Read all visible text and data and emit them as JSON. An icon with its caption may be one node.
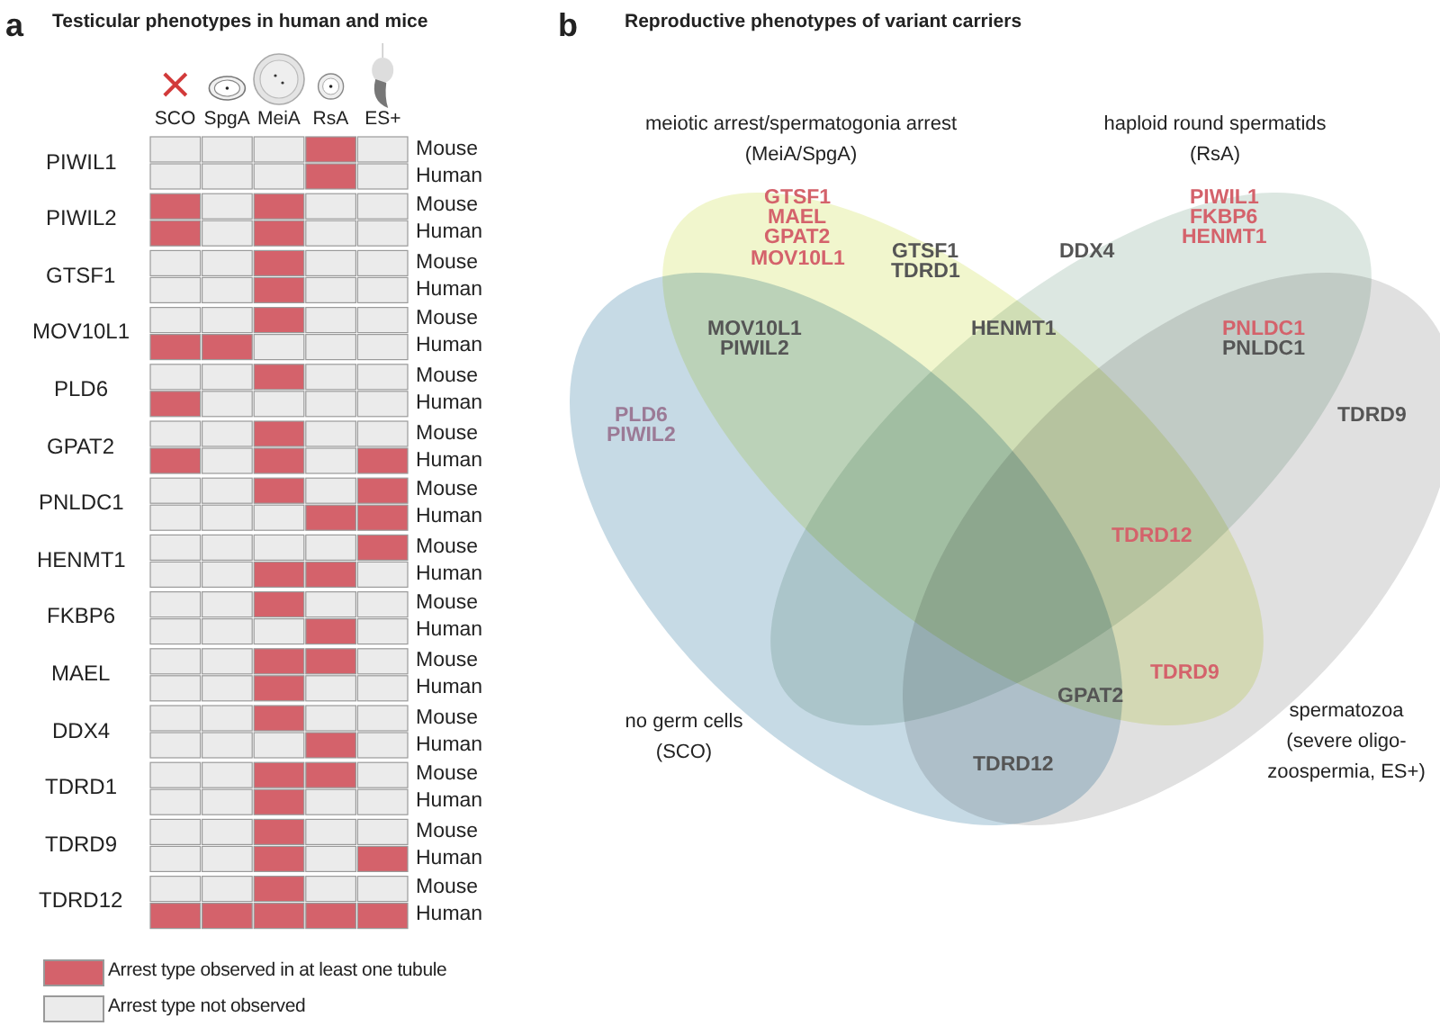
{
  "diagram": {
    "nodes": [
      {
        "text": [
          "meiotic arrest/spermatogonia arrest (MeiA/SpgA)"
        ]
      },
      {
        "text": [
          "haploid round spermatids (RsA)"
        ]
      },
      {
        "text": [
          "no germ cells (SCO)"
        ]
      },
      {
        "text": [
          "spermatozoa (severe oligo-zoospermia, ES+)"
        ]
      }
    ],
    "edges": [],
    "labels": [
      "a",
      "Testicular phenotypes in human and mice",
      "SCO",
      "SpgA",
      "MeiA",
      "RsA",
      "ES+",
      "PIWIL1",
      "Mouse",
      "Human",
      "PIWIL2",
      "Mouse",
      "Human",
      "GTSF1",
      "Mouse",
      "Human",
      "MOV10L1",
      "Mouse",
      "Human",
      "PLD6",
      "Mouse",
      "Human",
      "GPAT2",
      "Mouse",
      "Human",
      "PNLDC1",
      "Mouse",
      "Human",
      "HENMT1",
      "Mouse",
      "Human",
      "FKBP6",
      "Mouse",
      "Human",
      "MAEL",
      "Mouse",
      "Human",
      "DDX4",
      "Mouse",
      "Human",
      "TDRD1",
      "Mouse",
      "Human",
      "TDRD9",
      "Mouse",
      "Human",
      "TDRD12",
      "Mouse",
      "Human",
      "b",
      "Reproductive phenotypes of variant carriers",
      "GTSF1",
      "MAEL",
      "GPAT2",
      "MOV10L1",
      "GTSF1",
      "TDRD1",
      "DDX4",
      "PIWIL1",
      "FKBP6",
      "HENMT1",
      "MOV10L1",
      "PIWIL2",
      "HENMT1",
      "PNLDC1",
      "PNLDC1",
      "PLD6",
      "PIWIL2",
      "TDRD9",
      "TDRD12",
      "TDRD9",
      "GPAT2",
      "TDRD12"
    ],
    "legend": [
      {
        "text": "Arrest type observed in at least one tubule",
        "color": "#d4626b"
      },
      {
        "text": "Arrest type not observed",
        "color": "#ebebeb"
      }
    ]
  }
}
